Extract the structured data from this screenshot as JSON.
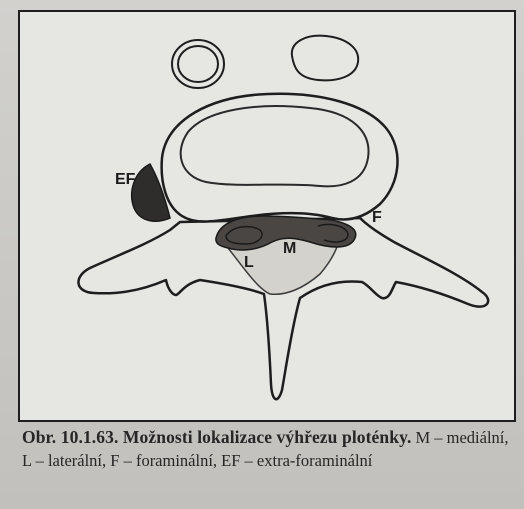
{
  "diagram": {
    "labels": {
      "ef": "EF",
      "f": "F",
      "m": "M",
      "l": "L"
    },
    "colors": {
      "paper": "#e6e6e3",
      "ink": "#1e1e1e",
      "herniation_dark": "#2f2d2b"
    }
  },
  "caption": {
    "title": "Obr. 10.1.63. Možnosti lokalizace výhřezu ploténky.",
    "body": "M – mediální, L – laterální, F – foraminální, EF – extra-foraminální"
  }
}
